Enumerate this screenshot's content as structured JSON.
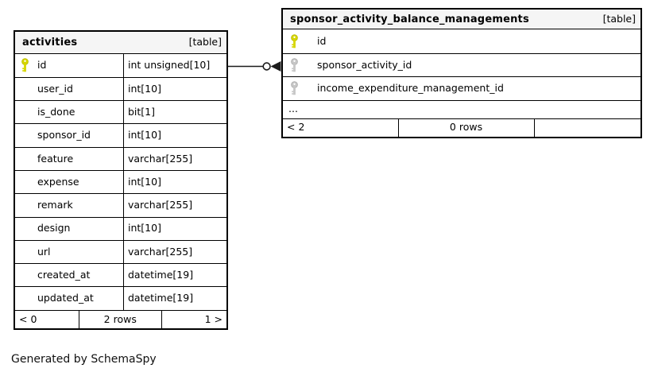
{
  "footer_note": "Generated by SchemaSpy",
  "colors": {
    "header_bg": "#f5f5f5",
    "border": "#000000",
    "primary_key_icon": "#d6d600",
    "foreign_key_icon": "#c6c6c6",
    "connector": "#1c1c1c"
  },
  "connector": {
    "from": "activities.id",
    "to": "sponsor_activity_balance_managements.sponsor_activity_id",
    "end_markers": "open-circle, filled-arrowhead"
  },
  "tables": [
    {
      "name": "activities",
      "badge": "[table]",
      "columns": [
        {
          "name": "id",
          "type": "int unsigned[10]",
          "key": "primary"
        },
        {
          "name": "user_id",
          "type": "int[10]",
          "key": ""
        },
        {
          "name": "is_done",
          "type": "bit[1]",
          "key": ""
        },
        {
          "name": "sponsor_id",
          "type": "int[10]",
          "key": ""
        },
        {
          "name": "feature",
          "type": "varchar[255]",
          "key": ""
        },
        {
          "name": "expense",
          "type": "int[10]",
          "key": ""
        },
        {
          "name": "remark",
          "type": "varchar[255]",
          "key": ""
        },
        {
          "name": "design",
          "type": "int[10]",
          "key": ""
        },
        {
          "name": "url",
          "type": "varchar[255]",
          "key": ""
        },
        {
          "name": "created_at",
          "type": "datetime[19]",
          "key": ""
        },
        {
          "name": "updated_at",
          "type": "datetime[19]",
          "key": ""
        }
      ],
      "footer": {
        "left": "< 0",
        "center": "2 rows",
        "right": "1 >"
      }
    },
    {
      "name": "sponsor_activity_balance_managements",
      "badge": "[table]",
      "columns": [
        {
          "name": "id",
          "key": "primary"
        },
        {
          "name": "sponsor_activity_id",
          "key": "foreign"
        },
        {
          "name": "income_expenditure_management_id",
          "key": "foreign"
        }
      ],
      "ellipsis": "...",
      "footer": {
        "left": "< 2",
        "center": "0 rows",
        "right": ""
      }
    }
  ]
}
